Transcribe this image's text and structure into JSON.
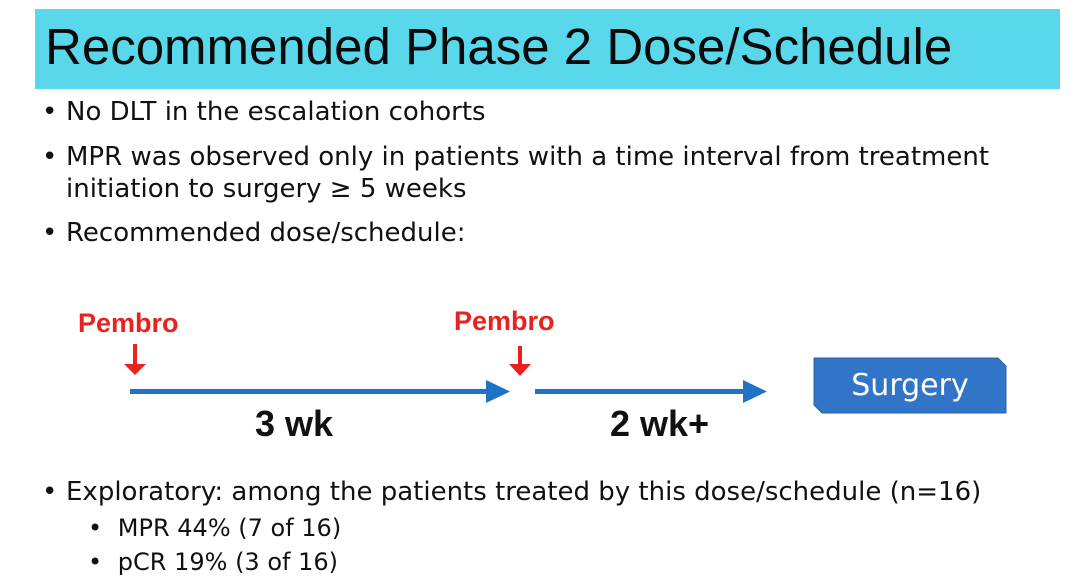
{
  "title": "Recommended Phase 2 Dose/Schedule",
  "bullets": [
    "No DLT in the escalation cohorts",
    "MPR was observed only in patients with a time interval from treatment",
    "initiation to surgery ≥ 5 weeks",
    "Recommended dose/schedule:"
  ],
  "timeline": {
    "pembro_first": "Pembro",
    "pembro_second": "Pembro",
    "interval_first": "3 wk",
    "interval_second": "2 wk+",
    "surgery": "Surgery"
  },
  "exploratory": {
    "text": "Exploratory: among the patients treated by this dose/schedule (n=16)",
    "items": [
      "MPR 44%  (7 of 16)",
      "pCR  19%  (3 of 16)"
    ]
  },
  "colors": {
    "title_background": "#58d8ea",
    "pembro_red": "#e8231f",
    "arrow_blue": "#1f72c4",
    "surgery_box": "#3174c8"
  },
  "bullet_symbol": "•",
  "sub_bullet_symbol": "•"
}
